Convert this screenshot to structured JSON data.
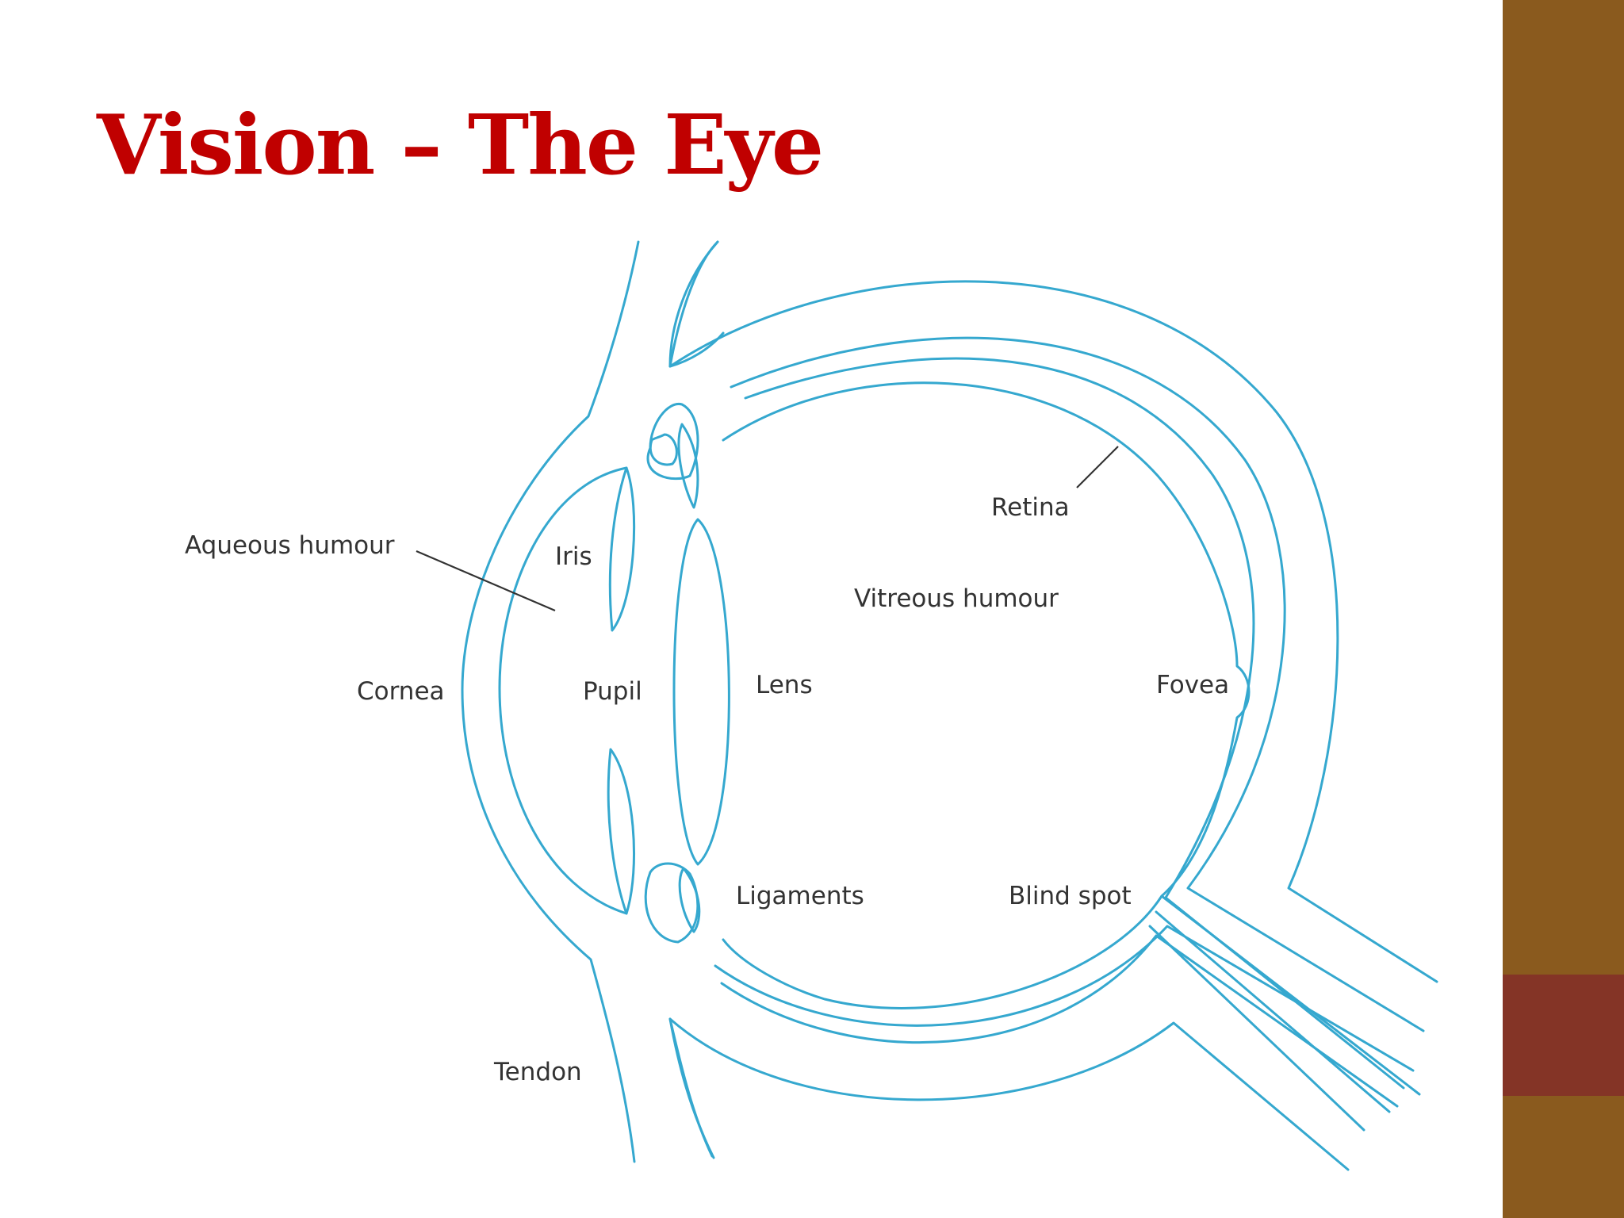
{
  "slide": {
    "title": "Vision – The Eye"
  },
  "colors": {
    "title": "#c00000",
    "sidebar": "#8a5a1e",
    "sidebar_accent": "#843426",
    "diagram_stroke": "#35a8cf",
    "label_text": "#333333"
  },
  "diagram": {
    "labels": {
      "aqueous_humour": "Aqueous humour",
      "iris": "Iris",
      "cornea": "Cornea",
      "pupil": "Pupil",
      "lens": "Lens",
      "retina": "Retina",
      "vitreous_humour": "Vitreous humour",
      "fovea": "Fovea",
      "ligaments": "Ligaments",
      "blind_spot": "Blind spot",
      "tendon": "Tendon"
    }
  }
}
